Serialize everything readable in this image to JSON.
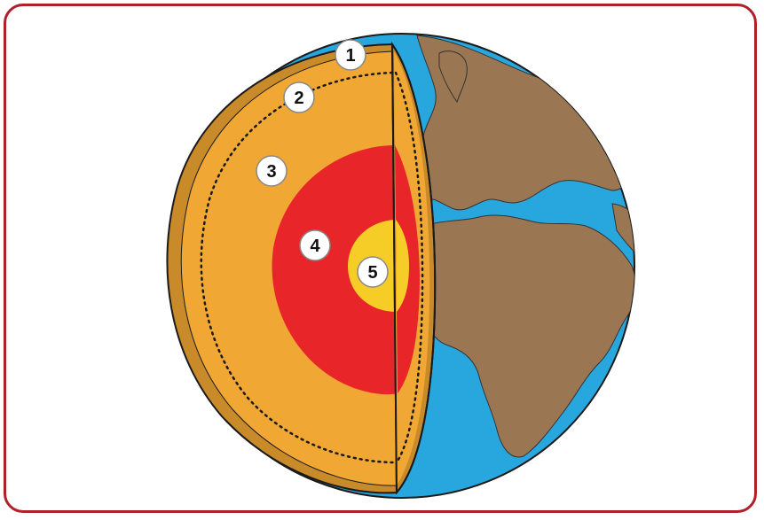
{
  "colors": {
    "frame": "#b0202a",
    "ocean": "#27a7de",
    "land": "#9b7653",
    "outline": "#1a1a1a",
    "crust": "#c98a2a",
    "mantle": "#f0a733",
    "outer_core": "#e8262a",
    "inner_core": "#f6cc26",
    "marker_fill": "#ffffff"
  },
  "layers": [
    {
      "number": "1",
      "color": "#c98a2a"
    },
    {
      "number": "2",
      "color": "#f0a733"
    },
    {
      "number": "3",
      "color": "#f0a733"
    },
    {
      "number": "4",
      "color": "#e8262a"
    },
    {
      "number": "5",
      "color": "#f6cc26"
    }
  ]
}
